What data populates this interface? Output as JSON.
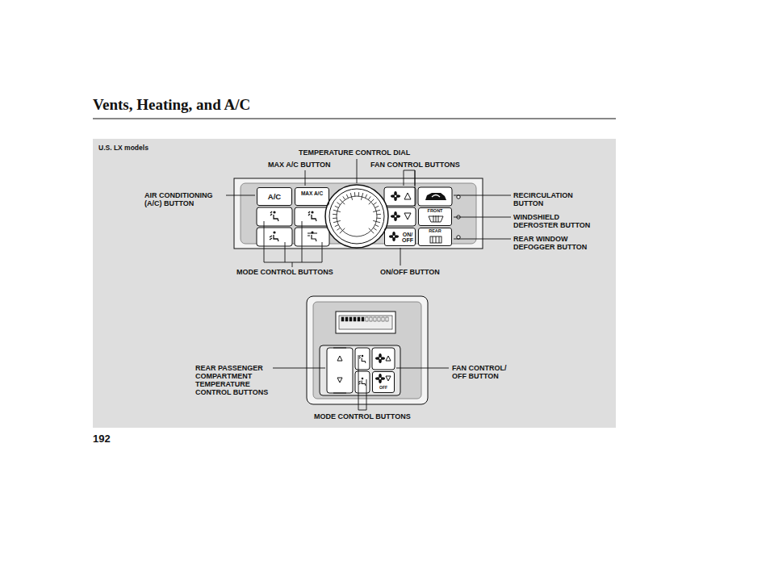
{
  "diagram": {
    "title": "Vents, Heating, and A/C",
    "nodes": [
      {
        "text": [
          "A/C"
        ]
      },
      {
        "text": [
          "MAX A/C"
        ]
      },
      {
        "text": [
          "ON/ OFF"
        ]
      },
      {
        "text": [
          "FRONT"
        ]
      },
      {
        "text": [
          "REAR"
        ]
      },
      {
        "text": [
          "OFF"
        ]
      }
    ],
    "labels": [
      "U.S. LX models",
      "TEMPERATURE CONTROL DIAL",
      "MAX A/C BUTTON",
      "FAN CONTROL BUTTONS",
      "AIR CONDITIONING (A/C) BUTTON",
      "RECIRCULATION BUTTON",
      "WINDSHIELD DEFROSTER BUTTON",
      "REAR WINDOW DEFOGGER BUTTON",
      "MODE CONTROL BUTTONS",
      "ON/OFF BUTTON",
      "REAR PASSENGER COMPARTMENT TEMPERATURE CONTROL BUTTONS",
      "FAN CONTROL/ OFF BUTTON",
      "MODE CONTROL BUTTONS",
      "192"
    ]
  }
}
